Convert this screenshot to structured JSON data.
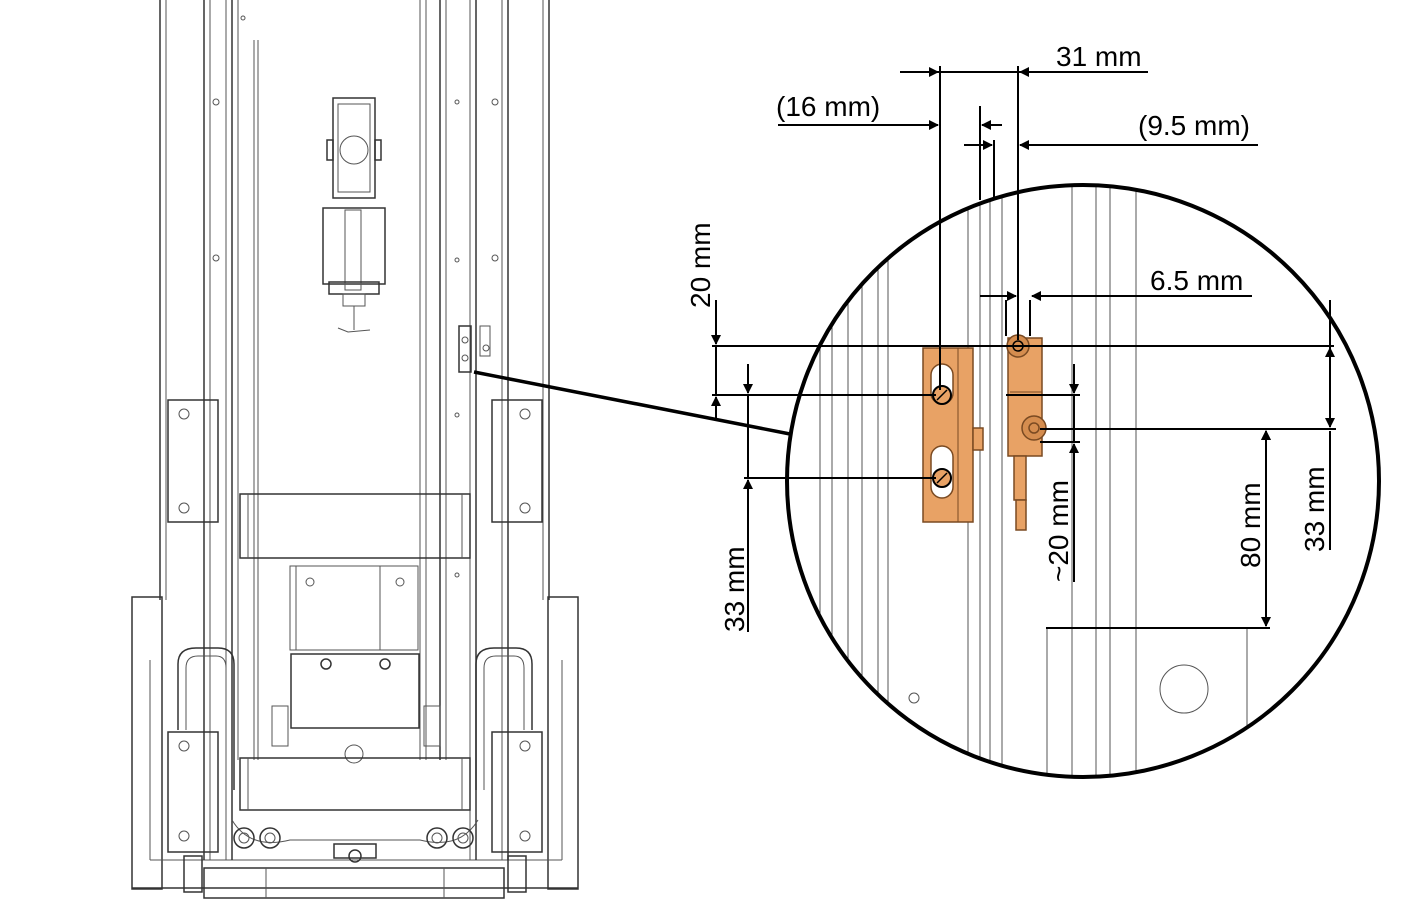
{
  "dimensions": {
    "d31": "31 mm",
    "d16": "(16 mm)",
    "d9_5": "(9.5 mm)",
    "d6_5": "6.5 mm",
    "d20_left": "20 mm",
    "d33_left": "33 mm",
    "d20_approx": "~20 mm",
    "d80": "80 mm",
    "d33_right": "33 mm"
  },
  "colors": {
    "bracket": "#e8a265",
    "bracket_outline": "#7a4a22",
    "line": "#000000"
  }
}
